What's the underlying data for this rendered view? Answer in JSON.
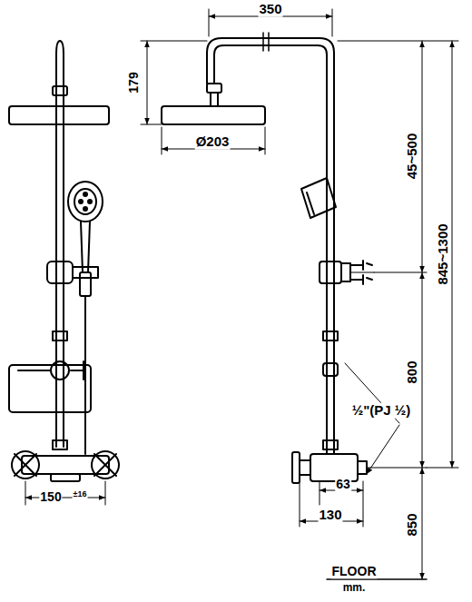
{
  "diagram": {
    "labels": [
      "350",
      "179",
      "Ø203",
      "45~500",
      "845~1300",
      "800",
      "½\"(PJ ½)",
      "63",
      "130",
      "150",
      "±16",
      "850",
      "FLOOR",
      "mm."
    ]
  }
}
